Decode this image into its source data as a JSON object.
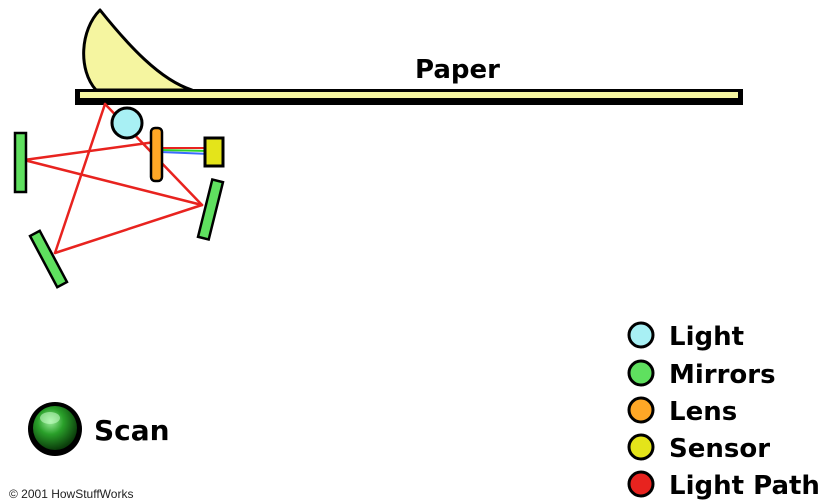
{
  "labels": {
    "paper": "Paper",
    "scan": "Scan",
    "copyright": "© 2001 HowStuffWorks"
  },
  "legend": [
    {
      "label": "Light",
      "color": "#a8f0f4"
    },
    {
      "label": "Mirrors",
      "color": "#5fe05f"
    },
    {
      "label": "Lens",
      "color": "#ffa726"
    },
    {
      "label": "Sensor",
      "color": "#e4e41a"
    },
    {
      "label": "Light Path",
      "color": "#e8231f"
    }
  ],
  "colors": {
    "paper_fill": "#f5f5a0",
    "light": "#a8f0f4",
    "mirror": "#5fe05f",
    "lens": "#ffa726",
    "sensor": "#e4e41a",
    "light_path": "#e8231f",
    "scan_button": "#1a7a1a"
  }
}
